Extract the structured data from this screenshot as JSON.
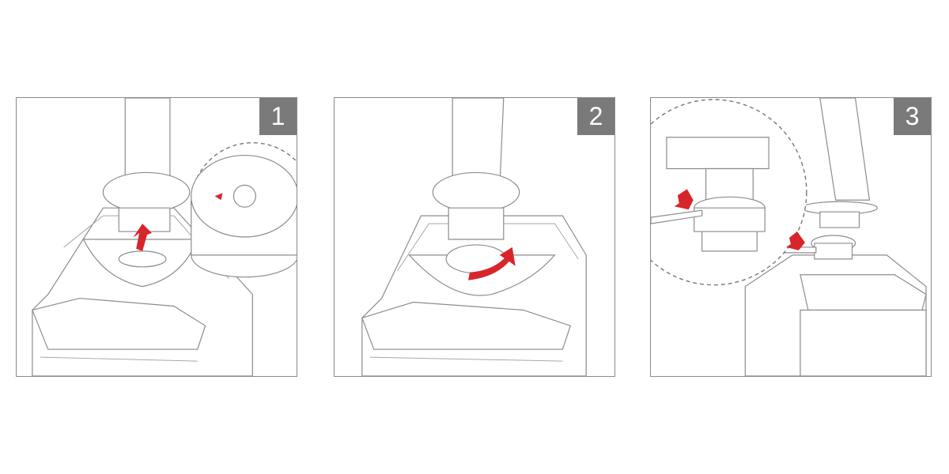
{
  "steps": [
    {
      "number": "1"
    },
    {
      "number": "2"
    },
    {
      "number": "3"
    }
  ],
  "colors": {
    "accent": "#d7262b",
    "badge": "#7a7a7a",
    "border": "#8a8a8a"
  }
}
